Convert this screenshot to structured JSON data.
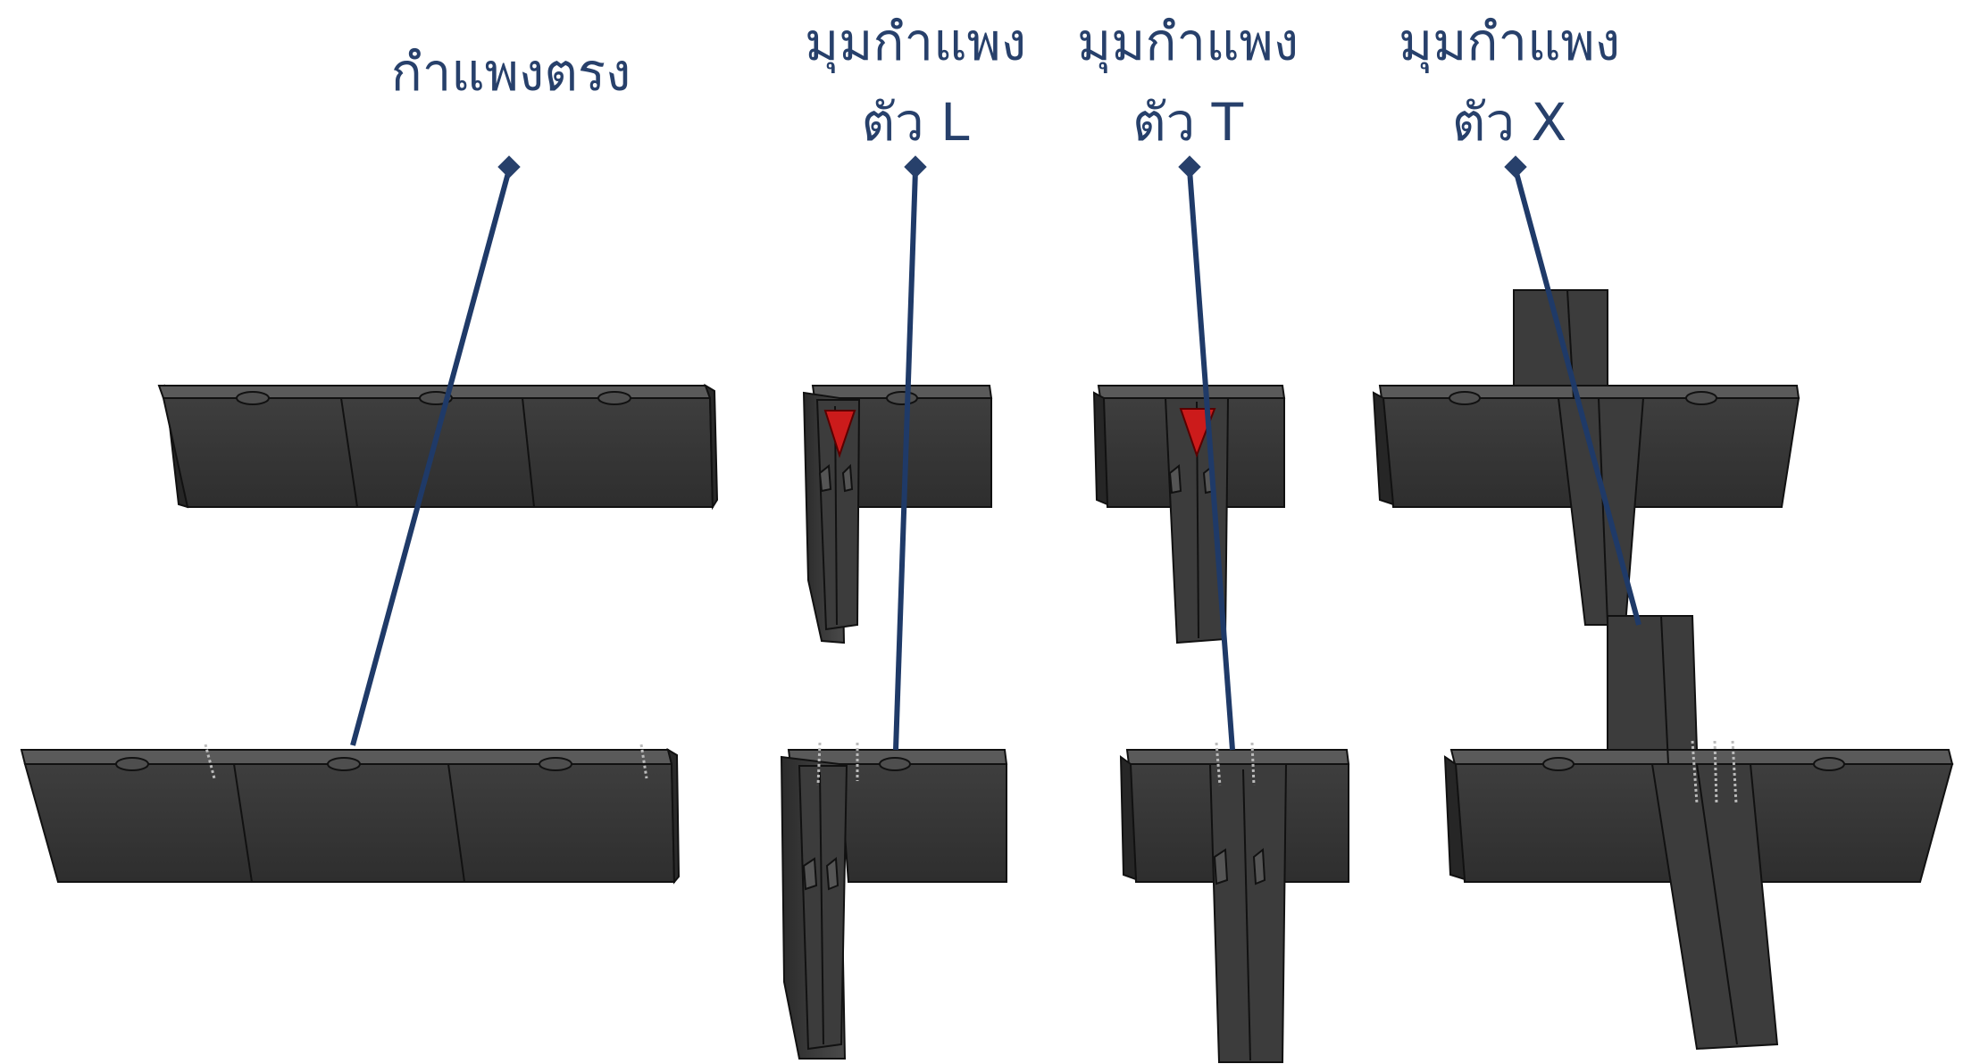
{
  "labels": {
    "straight_wall": "กำแพงตรง",
    "l_corner_line1": "มุมกำแพง",
    "l_corner_line2": "ตัว L",
    "t_corner_line1": "มุมกำแพง",
    "t_corner_line2": "ตัว T",
    "x_corner_line1": "มุมกำแพง",
    "x_corner_line2": "ตัว X"
  },
  "colors": {
    "label_text": "#27406b",
    "leader_line": "#1f3a68",
    "block_face": "#3a3a3a",
    "block_top": "#5a5a5a",
    "block_edge": "#111111",
    "accent_red": "#cc1b1b"
  }
}
